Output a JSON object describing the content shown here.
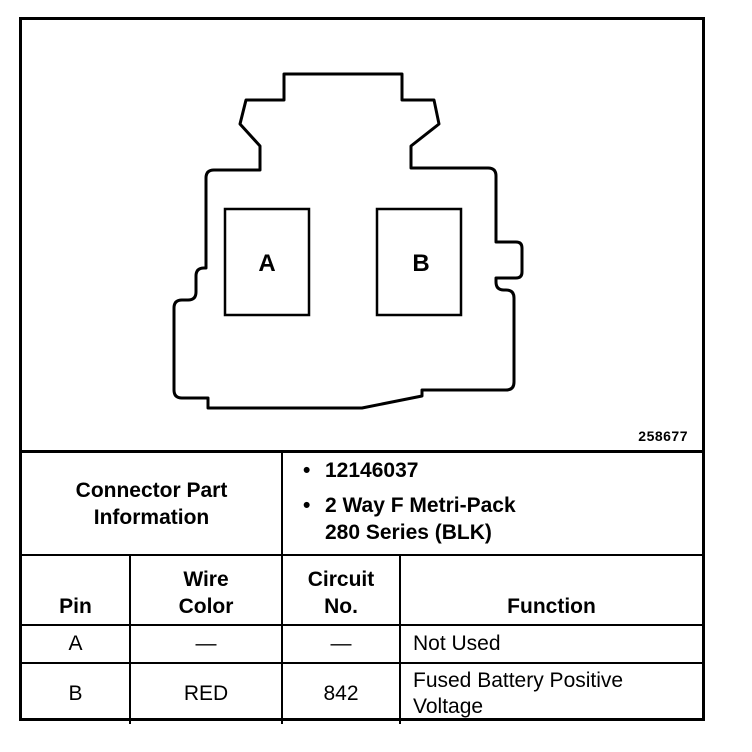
{
  "diagram": {
    "figure_number": "258677",
    "cavities": [
      {
        "label": "A"
      },
      {
        "label": "B"
      }
    ]
  },
  "connector_info": {
    "label_line1": "Connector Part",
    "label_line2": "Information",
    "items": [
      {
        "bullet": "•",
        "line1": "12146037",
        "line2": ""
      },
      {
        "bullet": "•",
        "line1": "2 Way F Metri-Pack",
        "line2": "280 Series (BLK)"
      }
    ]
  },
  "table": {
    "headers": {
      "pin": "Pin",
      "wire_color_line1": "Wire",
      "wire_color_line2": "Color",
      "circuit_line1": "Circuit",
      "circuit_line2": "No.",
      "function": "Function"
    },
    "rows": [
      {
        "pin": "A",
        "wire_color": "—",
        "circuit": "—",
        "function_line1": "Not Used",
        "function_line2": ""
      },
      {
        "pin": "B",
        "wire_color": "RED",
        "circuit": "842",
        "function_line1": "Fused Battery Positive",
        "function_line2": "Voltage"
      }
    ]
  }
}
